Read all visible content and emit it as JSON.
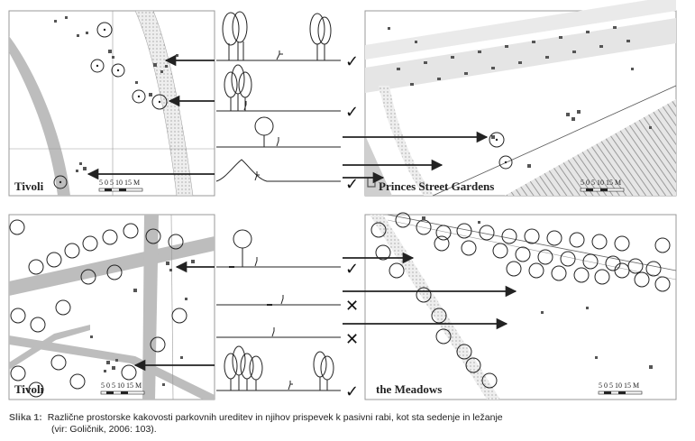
{
  "figure": {
    "panels": [
      {
        "label": "Tivoli",
        "scale_text": "5  0  5 10 15  M"
      },
      {
        "label": "Princes Street Gardens",
        "scale_text": "5  0  5 10 15  M"
      },
      {
        "label": "Tivoli",
        "scale_text": "5  0  5 10 15  M"
      },
      {
        "label": "the Meadows",
        "scale_text": "5  0  5 10 15  M"
      }
    ],
    "rows": [
      {
        "mark": "✓"
      },
      {
        "mark": "✓"
      },
      {
        "mark": ""
      },
      {
        "mark": "✓"
      },
      {
        "mark": "✓"
      },
      {
        "mark": "✕"
      },
      {
        "mark": "✕"
      },
      {
        "mark": "✓"
      }
    ],
    "colors": {
      "ink": "#222222",
      "path_gray": "#c8c8c8",
      "road_gray": "#a9a9a9",
      "panel_border": "#888888"
    }
  },
  "caption": {
    "label": "Slika 1:",
    "text": "Različne prostorske kakovosti parkovnih ureditev in njihov prispevek k pasivni rabi, kot sta sedenje in ležanje",
    "source": "(vir: Goličnik, 2006: 103)."
  }
}
